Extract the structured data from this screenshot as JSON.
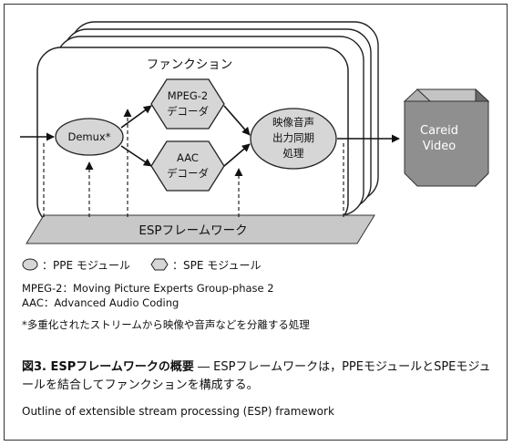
{
  "diagram": {
    "function_label": "ファンクション",
    "demux_label": "Demux*",
    "mpeg2_line1": "MPEG-2",
    "mpeg2_line2": "デコーダ",
    "aac_line1": "AAC",
    "aac_line2": "デコーダ",
    "sync_line1": "映像音声",
    "sync_line2": "出力同期",
    "sync_line3": "処理",
    "output_line1": "Careid",
    "output_line2": "Video",
    "framework_label": "ESPフレームワーク"
  },
  "legend": {
    "ppe": "：PPE モジュール",
    "spe": "：SPE モジュール"
  },
  "notes": {
    "abbr_mpeg2": "MPEG-2：Moving Picture Experts Group-phase 2",
    "abbr_aac": "AAC：Advanced Audio Coding",
    "footnote": "*多重化されたストリームから映像や音声などを分離する処理"
  },
  "caption": {
    "title": "図3. ESPフレームワークの概要",
    "body": " ― ESPフレームワークは，PPEモジュールとSPEモジュールを結合してファンクションを構成する。",
    "english": "Outline of extensible stream processing (ESP) framework"
  },
  "colors": {
    "module_fill": "#d6d6d6",
    "framework_fill": "#c8c8c8",
    "cube_front": "#8f8f8f",
    "cube_top": "#c4c4c4",
    "cube_side": "#6a6a6a",
    "line": "#111111"
  }
}
